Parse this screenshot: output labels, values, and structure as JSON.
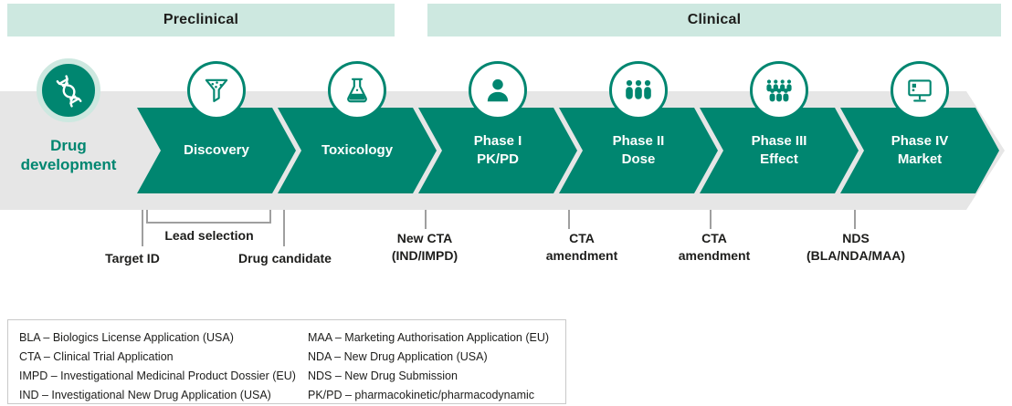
{
  "colors": {
    "green": "#008670",
    "mint": "#cde8e0",
    "track_gray": "#e6e6e6"
  },
  "headers": {
    "preclinical": "Preclinical",
    "clinical": "Clinical"
  },
  "pipeline": {
    "start_label_line1": "Drug",
    "start_label_line2": "development",
    "start_icon": "dna-icon",
    "stages": [
      {
        "name": "discovery",
        "lines": [
          "Discovery"
        ],
        "icon": "funnel-icon"
      },
      {
        "name": "toxicology",
        "lines": [
          "Toxicology"
        ],
        "icon": "flask-icon"
      },
      {
        "name": "phase-1",
        "lines": [
          "Phase I",
          "PK/PD"
        ],
        "icon": "person-icon"
      },
      {
        "name": "phase-2",
        "lines": [
          "Phase II",
          "Dose"
        ],
        "icon": "group-icon"
      },
      {
        "name": "phase-3",
        "lines": [
          "Phase III",
          "Effect"
        ],
        "icon": "crowd-icon"
      },
      {
        "name": "phase-4",
        "lines": [
          "Phase IV",
          "Market"
        ],
        "icon": "monitor-icon"
      }
    ]
  },
  "milestones": [
    {
      "name": "target-id",
      "lines": [
        "Target ID"
      ]
    },
    {
      "name": "lead-selection",
      "lines": [
        "Lead selection"
      ]
    },
    {
      "name": "drug-candidate",
      "lines": [
        "Drug candidate"
      ]
    },
    {
      "name": "new-cta",
      "lines": [
        "New CTA",
        "(IND/IMPD)"
      ]
    },
    {
      "name": "cta-amendment-1",
      "lines": [
        "CTA",
        "amendment"
      ]
    },
    {
      "name": "cta-amendment-2",
      "lines": [
        "CTA",
        "amendment"
      ]
    },
    {
      "name": "nds",
      "lines": [
        "NDS",
        "(BLA/NDA/MAA)"
      ]
    }
  ],
  "legend": {
    "left": [
      "BLA – Biologics License Application (USA)",
      "CTA – Clinical Trial Application",
      "IMPD – Investigational Medicinal Product Dossier (EU)",
      "IND – Investigational New Drug Application (USA)"
    ],
    "right": [
      "MAA – Marketing Authorisation Application (EU)",
      "NDA – New Drug Application (USA)",
      "NDS – New Drug Submission",
      "PK/PD – pharmacokinetic/pharmacodynamic"
    ]
  }
}
